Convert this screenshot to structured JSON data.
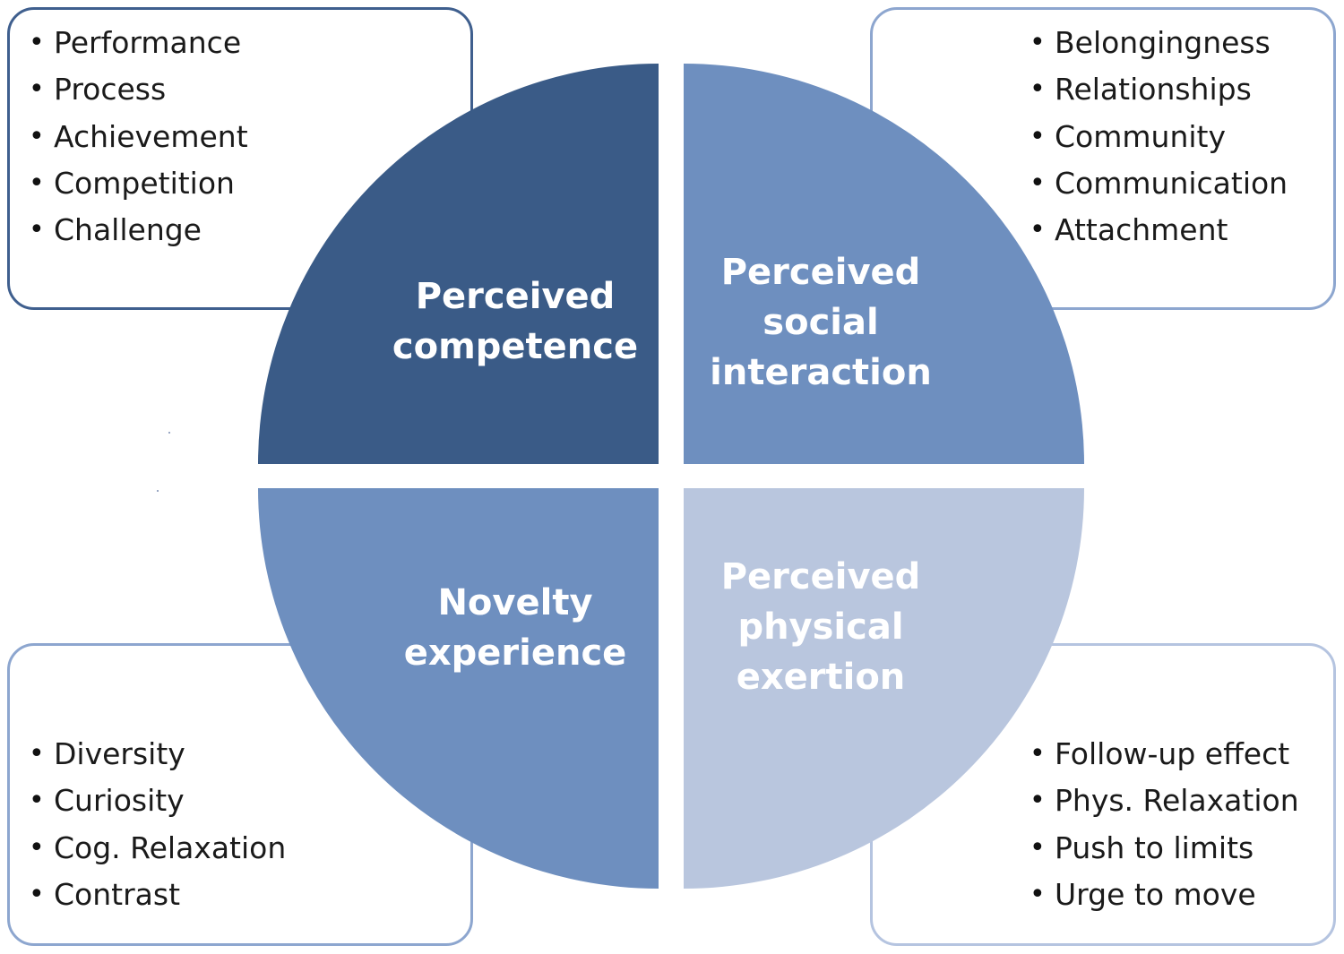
{
  "colors": {
    "dark_blue": "#3a5b87",
    "mid_blue": "#6e8fbf",
    "light_blue": "#b9c6de",
    "box_border_dark": "#3f5f8e",
    "box_border_light": "#8da6cf",
    "box_border_faint": "#b5c4e0"
  },
  "quadrants": {
    "top_left": {
      "label": "Perceived\ncompetence",
      "items": [
        "Performance",
        "Process",
        "Achievement",
        "Competition",
        "Challenge"
      ]
    },
    "top_right": {
      "label": "Perceived\nsocial\ninteraction",
      "items": [
        "Belongingness",
        "Relationships",
        "Community",
        "Communication",
        "Attachment"
      ]
    },
    "bottom_left": {
      "label": "Novelty\nexperience",
      "items": [
        "Diversity",
        "Curiosity",
        "Cog. Relaxation",
        "Contrast"
      ]
    },
    "bottom_right": {
      "label": "Perceived\nphysical\nexertion",
      "items": [
        "Follow-up effect",
        "Phys. Relaxation",
        "Push to limits",
        "Urge to move"
      ]
    }
  }
}
